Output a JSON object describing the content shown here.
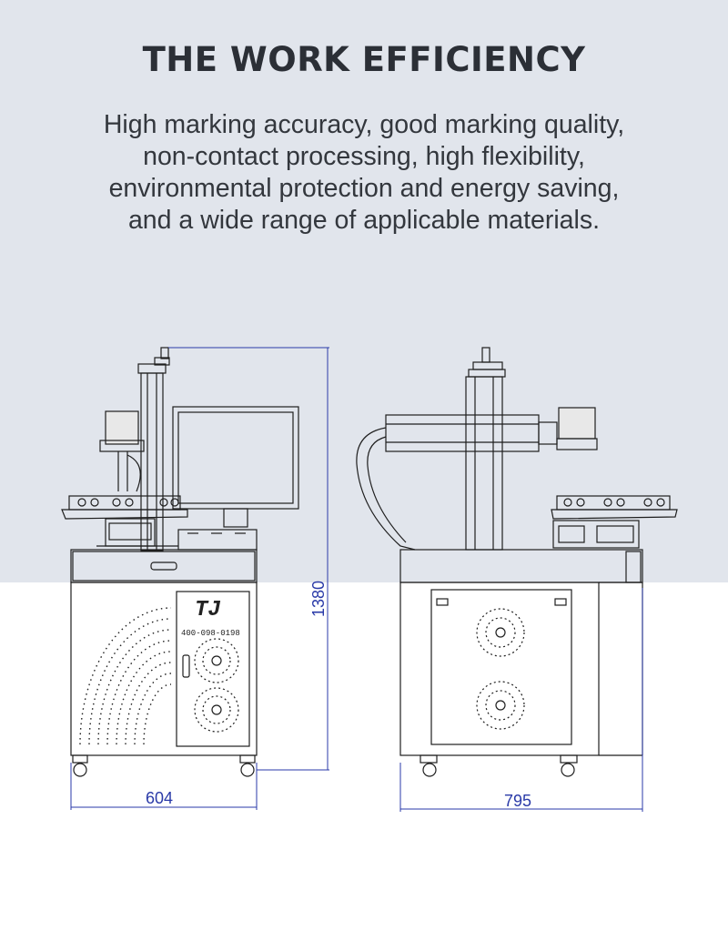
{
  "header": {
    "title": "THE WORK EFFICIENCY",
    "description_lines": [
      "High marking accuracy, good marking quality,",
      "non-contact processing, high flexibility,",
      "environmental protection and energy saving,",
      "and a wide range of applicable materials."
    ]
  },
  "diagram": {
    "front_view": {
      "width_label": "604",
      "height_label": "1380",
      "panel_phone": "400-098-0198",
      "logo_text": "TJ"
    },
    "side_view": {
      "depth_label": "795"
    },
    "colors": {
      "top_background": "#e1e5ec",
      "line": "#1e1e1e",
      "dimension": "#2a3aa8",
      "title": "#2b2f36"
    }
  }
}
